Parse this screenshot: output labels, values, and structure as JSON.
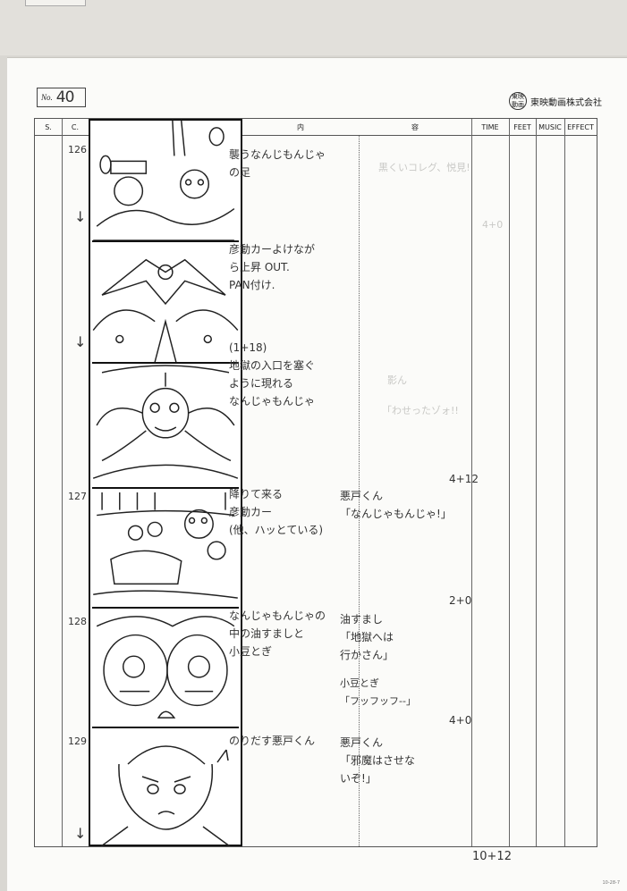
{
  "sheet": {
    "page_label": "No.",
    "page_number": "40",
    "studio_logo": "東映\n動画",
    "studio_name": "東映動画株式会社"
  },
  "headers": {
    "sc": "S.",
    "c": "C.",
    "content_left": "内",
    "content_right": "容",
    "time": "TIME",
    "feet": "FEET",
    "music": "MUSIC",
    "effect": "EFFECT"
  },
  "cuts": [
    "126",
    "127",
    "128",
    "129"
  ],
  "rows": [
    {
      "action": "襲うなんじもんじゃ\nの足"
    },
    {
      "action": "彦動カーよけなが\nら上昇 OUT.\nPAN付け."
    },
    {
      "action": "(1+18)\n地獄の入口を塞ぐ\nように現れる\nなんじゃもんじゃ"
    },
    {
      "action": "降りて来る\n彦動カー\n(他、ハッとている)",
      "dialog": "悪戸くん\n「なんじゃもんじゃ!」",
      "time": "4+12"
    },
    {
      "action": "なんじゃもんじゃの\n中の油すましと\n小豆とぎ",
      "dialog": "油すまし\n「地獄へは\n行かさん」",
      "dialog2": "小豆とぎ\n「フッフッフ--」",
      "time": "2+0",
      "time2": "4+0"
    },
    {
      "action": "のりだす悪戸くん",
      "dialog": "悪戸くん\n「邪魔はさせな\nいぞ!」"
    }
  ],
  "total_time": "10+12",
  "ghost_notes": [
    "黒くいコレグ、悦見!",
    "4+0",
    "影ん",
    "「わせったゾォ!!"
  ],
  "corner_mark": "10-28-7"
}
